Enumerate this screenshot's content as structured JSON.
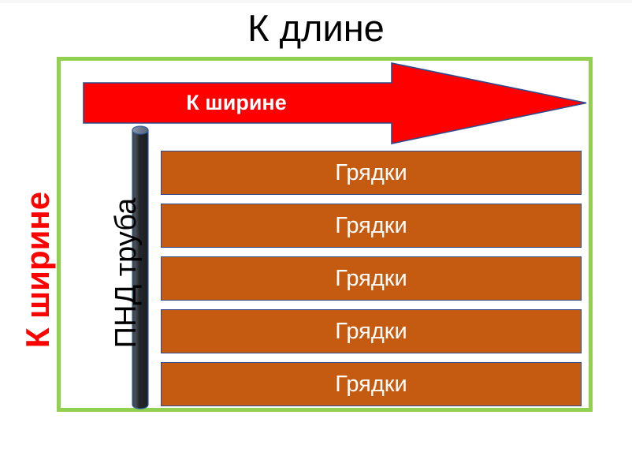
{
  "diagram": {
    "title_top": "К длине",
    "title_left": "К ширине",
    "arrow_label": "К ширине",
    "pipe_label": "ПНД труба",
    "bed_label": "Грядки",
    "beds": [
      {
        "label": "Грядки"
      },
      {
        "label": "Грядки"
      },
      {
        "label": "Грядки"
      },
      {
        "label": "Грядки"
      },
      {
        "label": "Грядки"
      }
    ],
    "colors": {
      "plot_border": "#92D050",
      "arrow": "#FF0000",
      "arrow_outline": "#2E4B8C",
      "bed_fill": "#C55A11",
      "bed_outline": "#2E4B8C",
      "pipe_body": "#262626",
      "pipe_cap": "#7E8CA0",
      "pipe_outline": "#2E5FA3",
      "left_label": "#FF0000",
      "top_label": "#000000",
      "background": "#FFFFFF"
    },
    "icons": {
      "arrow": "right-arrow-icon",
      "pipe": "pipe-cylinder-icon"
    }
  }
}
